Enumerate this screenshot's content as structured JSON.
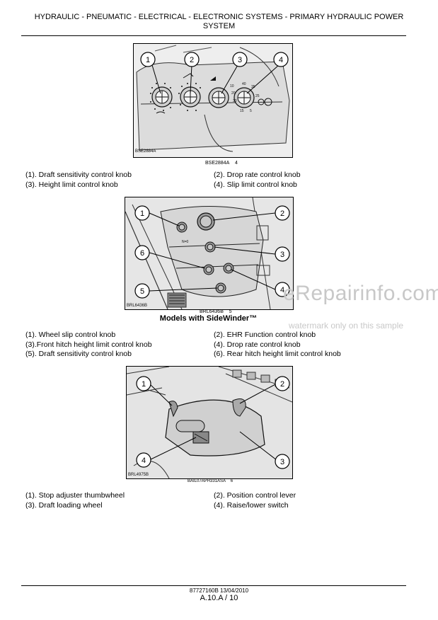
{
  "header": {
    "title_line1": "HYDRAULIC - PNEUMATIC - ELECTRICAL - ELECTRONIC SYSTEMS - PRIMARY HYDRAULIC POWER",
    "title_line2": "SYSTEM"
  },
  "figure1": {
    "code": "BSE2884A",
    "number": "4",
    "callouts": [
      "1",
      "2",
      "3",
      "4"
    ],
    "knob3_scale": [
      "10",
      "20",
      "30",
      "40",
      "35",
      "25",
      "15",
      "5"
    ],
    "legend": [
      [
        "(1). Draft sensitivity control knob",
        "(2). Drop rate control knob"
      ],
      [
        "(3). Height limit control knob",
        "(4). Slip limit control knob"
      ]
    ]
  },
  "figure2": {
    "code": "BRL6436B",
    "inner_code": "BRL6436B",
    "number": "5",
    "panel_text": "N=0",
    "callouts": [
      "1",
      "2",
      "3",
      "4",
      "5",
      "6"
    ],
    "caption": "Models with SideWinder™",
    "legend": [
      [
        "(1). Wheel slip control knob",
        "(2). EHR Function control knob"
      ],
      [
        "(3).Front hitch height limit control knob",
        "(4). Drop rate control knob"
      ],
      [
        "(5). Draft sensitivity control knob",
        "(6). Rear hitch height limit control knob"
      ]
    ]
  },
  "figure3": {
    "code": "BAIL07APH331ASA",
    "inner_code": "BRL4975B",
    "number": "6",
    "callouts": [
      "1",
      "2",
      "3",
      "4"
    ],
    "legend": [
      [
        "(1). Stop adjuster thumbwheel",
        "(2). Position control lever"
      ],
      [
        "(3). Draft loading wheel",
        "(4). Raise/lower switch"
      ]
    ]
  },
  "watermark": {
    "site": "eRepairinfo.com",
    "note": "watermark only on this sample"
  },
  "footer": {
    "doc": "87727160B 13/04/2010",
    "page": "A.10.A / 10"
  }
}
